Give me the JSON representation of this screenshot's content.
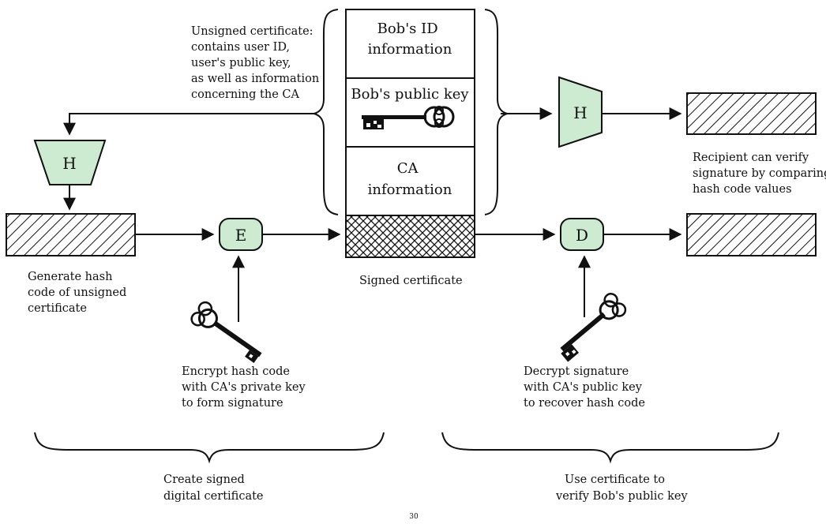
{
  "labels": {
    "unsigned_cert": [
      "Unsigned certificate:",
      "contains user ID,",
      "user's public key,",
      "as well as information",
      "concerning the CA"
    ],
    "bob_id": [
      "Bob's ID",
      "information"
    ],
    "bob_pubkey": "Bob's public key",
    "ca_info": [
      "CA",
      "information"
    ],
    "signed_cert": "Signed certificate",
    "gen_hash": [
      "Generate hash",
      "code of unsigned",
      "certificate"
    ],
    "encrypt": [
      "Encrypt hash code",
      "with CA's private key",
      "to form signature"
    ],
    "decrypt": [
      "Decrypt signature",
      "with CA's public key",
      "to recover hash code"
    ],
    "recipient": [
      "Recipient can verify",
      "signature by comparing",
      "hash code values"
    ],
    "create_group": [
      "Create signed",
      "digital certificate"
    ],
    "use_group": [
      "Use certificate to",
      "verify Bob's public key"
    ],
    "page_number": "30"
  },
  "nodes": {
    "hash_left": "H",
    "hash_right": "H",
    "encrypt": "E",
    "decrypt": "D"
  },
  "icons": [
    "hash-block-pattern",
    "crosshatch-signature-pattern",
    "key-icon"
  ],
  "colors": {
    "node_fill": "#cdebd0",
    "line": "#111111"
  }
}
